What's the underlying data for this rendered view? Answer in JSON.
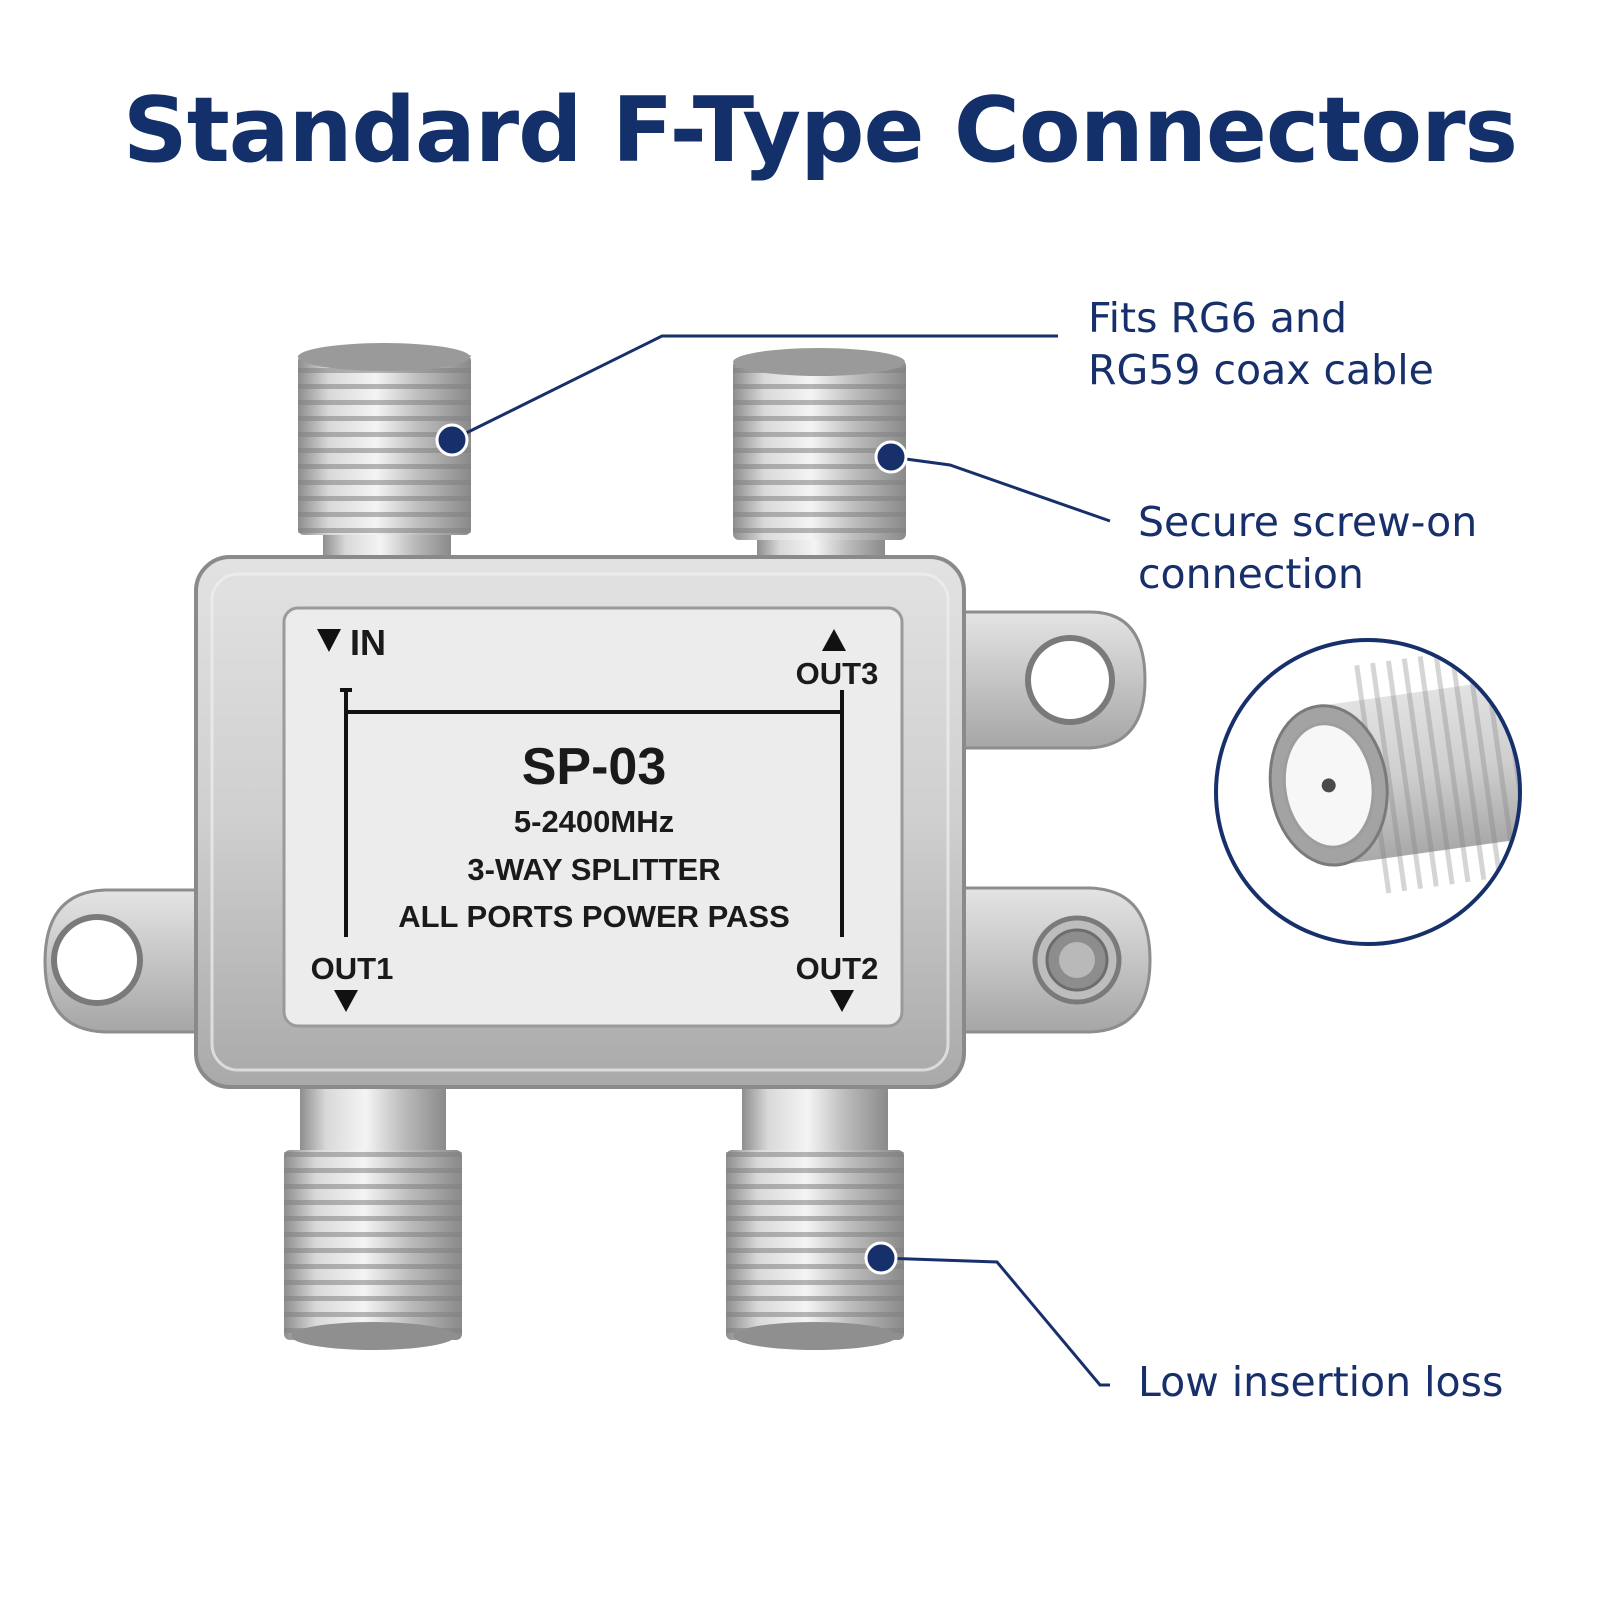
{
  "headline": "Standard F-Type Connectors",
  "callouts": {
    "cable_fit": [
      "Fits RG6 and",
      "RG59 coax cable"
    ],
    "screw_on": [
      "Secure screw-on",
      "connection"
    ],
    "insertion_loss": [
      "Low insertion loss"
    ]
  },
  "device_label": {
    "model": "SP-03",
    "frequency": "5-2400MHz",
    "type": "3-WAY SPLITTER",
    "power": "ALL PORTS POWER PASS",
    "port_in": "IN",
    "port_out1": "OUT1",
    "port_out2": "OUT2",
    "port_out3": "OUT3"
  },
  "colors": {
    "brand_navy": "#13306a",
    "metal": "#c9c9c9",
    "label_bg": "#ececec"
  }
}
